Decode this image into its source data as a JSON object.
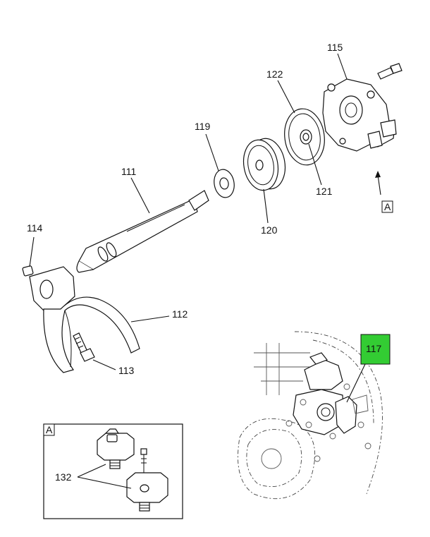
{
  "callouts": {
    "p111": "111",
    "p112": "112",
    "p113": "113",
    "p114": "114",
    "p115": "115",
    "p117": "117",
    "p119": "119",
    "p120": "120",
    "p121": "121",
    "p122": "122",
    "p132": "132"
  },
  "view_ref": {
    "arrow_label": "A",
    "inset_label": "A"
  },
  "colors": {
    "highlight_box": "#33cc33",
    "line": "#111111"
  }
}
